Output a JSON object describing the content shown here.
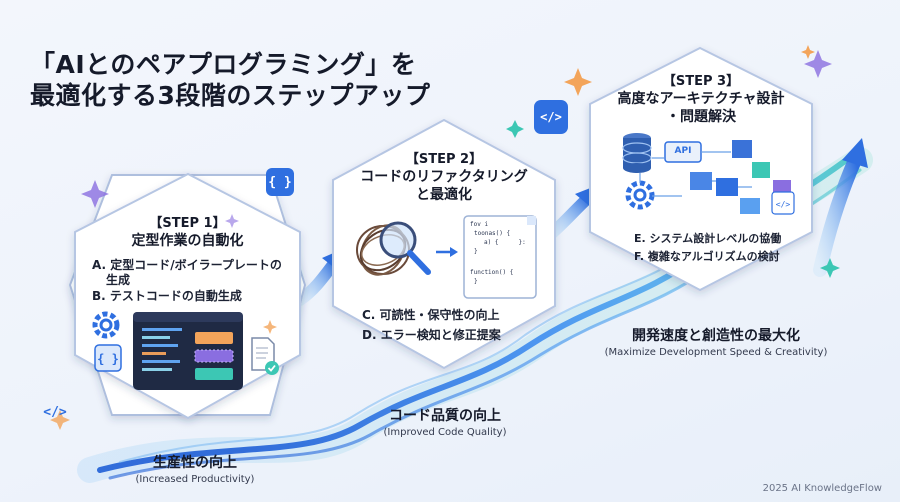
{
  "title": {
    "line1": "「AIとのペアプログラミング」を",
    "line2": "最適化する3段階のステップアップ"
  },
  "steps": [
    {
      "label": "【STEP 1】",
      "name": "定型作業の自動化",
      "items": [
        "A. 定型コード/ボイラープレートの",
        "生成",
        "B. テストコードの自動生成"
      ],
      "outcome_jp": "生産性の向上",
      "outcome_en": "(Increased Productivity)"
    },
    {
      "label": "【STEP 2】",
      "name_line1": "コードのリファクタリング",
      "name_line2": "と最適化",
      "items": [
        "C. 可読性・保守性の向上",
        "D. エラー検知と修正提案"
      ],
      "outcome_jp": "コード品質の向上",
      "outcome_en": "(Improved Code Quality)"
    },
    {
      "label": "【STEP 3】",
      "name_line1": "高度なアーキテクチャ設計",
      "name_line2": "・問題解決",
      "items": [
        "E. システム設計レベルの協働",
        "F. 複雑なアルゴリズムの検討"
      ],
      "outcome_jp": "開発速度と創造性の最大化",
      "outcome_en": "(Maximize Development Speed & Creativity)"
    }
  ],
  "illustration_text": {
    "code_lines": [
      "fov i",
      "toonas() {",
      "a) {",
      "}:",
      "}",
      "function() {",
      "}"
    ],
    "api_label": "API"
  },
  "icons": [
    "braces-icon",
    "code-tag-icon",
    "gear-icon",
    "document-check-icon",
    "magnifier-icon",
    "database-icon",
    "cube-icon",
    "sparkle-icon",
    "arrow-up-right-icon"
  ],
  "colors": {
    "accent_blue": "#2f6fe0",
    "hex_border": "#aebfde",
    "wave_light": "#7fc8f0",
    "teal": "#3cc7b4",
    "orange": "#f3a45a",
    "purple": "#8a6ee0"
  },
  "footer": "2025 AI KnowledgeFlow"
}
